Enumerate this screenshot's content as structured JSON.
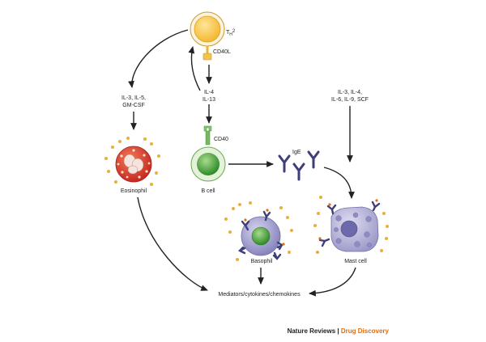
{
  "nodes": {
    "th2": "T",
    "th2_sub": "H",
    "th2_sup": "2",
    "cd40l": "CD40L",
    "cd40": "CD40",
    "b_cell": "B cell",
    "ige": "IgE",
    "eosinophil": "Eosinophil",
    "basophil": "Basophil",
    "mast_cell": "Mast cell",
    "mediators": "Mediators/cytokines/chemokines"
  },
  "cytokines": {
    "eos_line1": "IL-3, IL-5,",
    "eos_line2": "GM-CSF",
    "b_line1": "IL-4",
    "b_line2": "IL-13",
    "mast_line1": "IL-3, IL-4,",
    "mast_line2": "IL-6, IL-9, SCF"
  },
  "credit": {
    "journal": "Nature Reviews",
    "separator": " | ",
    "section": "Drug Discovery"
  },
  "colors": {
    "th2": "#f7c544",
    "b_cell": "#5fae4a",
    "eosinophil": "#d9382b",
    "basophil": "#9a97c8",
    "mast_cell": "#a8a6cf",
    "antibody": "#3e3f7a",
    "granule": "#e3b23c",
    "arrow": "#222222",
    "credit_accent": "#e36c0a"
  }
}
